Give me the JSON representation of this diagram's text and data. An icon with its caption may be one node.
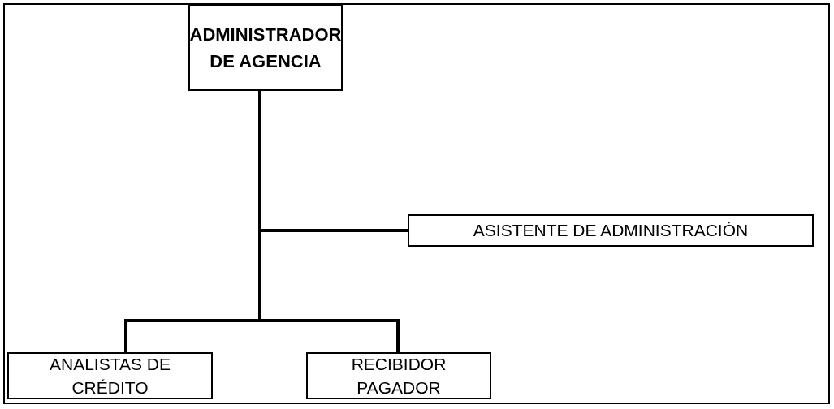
{
  "diagram": {
    "nodes": [
      {
        "text": [
          "ADMINISTRADOR DE AGENCIA"
        ]
      },
      {
        "text": [
          "ASISTENTE DE ADMINISTRACIÓN"
        ]
      },
      {
        "text": [
          "ANALISTAS DE CRÉDITO"
        ]
      },
      {
        "text": [
          "RECIBIDOR PAGADOR"
        ]
      }
    ],
    "edges": [
      {
        "from": 0,
        "to": 1,
        "arrow": "none"
      },
      {
        "from": 0,
        "to": 2,
        "arrow": "none"
      },
      {
        "from": 0,
        "to": 3,
        "arrow": "none"
      }
    ]
  }
}
